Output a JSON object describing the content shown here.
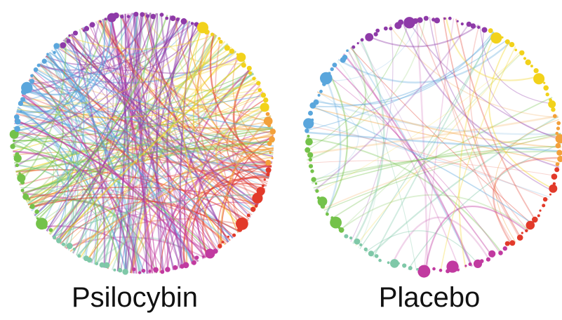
{
  "panels": [
    {
      "id": "psilocybin",
      "label": "Psilocybin",
      "density": "high"
    },
    {
      "id": "placebo",
      "label": "Placebo",
      "density": "low"
    }
  ],
  "palette": {
    "yellow": "#f2d21b",
    "orange": "#f3a03a",
    "red": "#e23a2a",
    "magenta": "#c13aa0",
    "purple": "#8e3aa8",
    "blue": "#5aa6dc",
    "green": "#74c24a",
    "teal": "#7fc8a8"
  }
}
